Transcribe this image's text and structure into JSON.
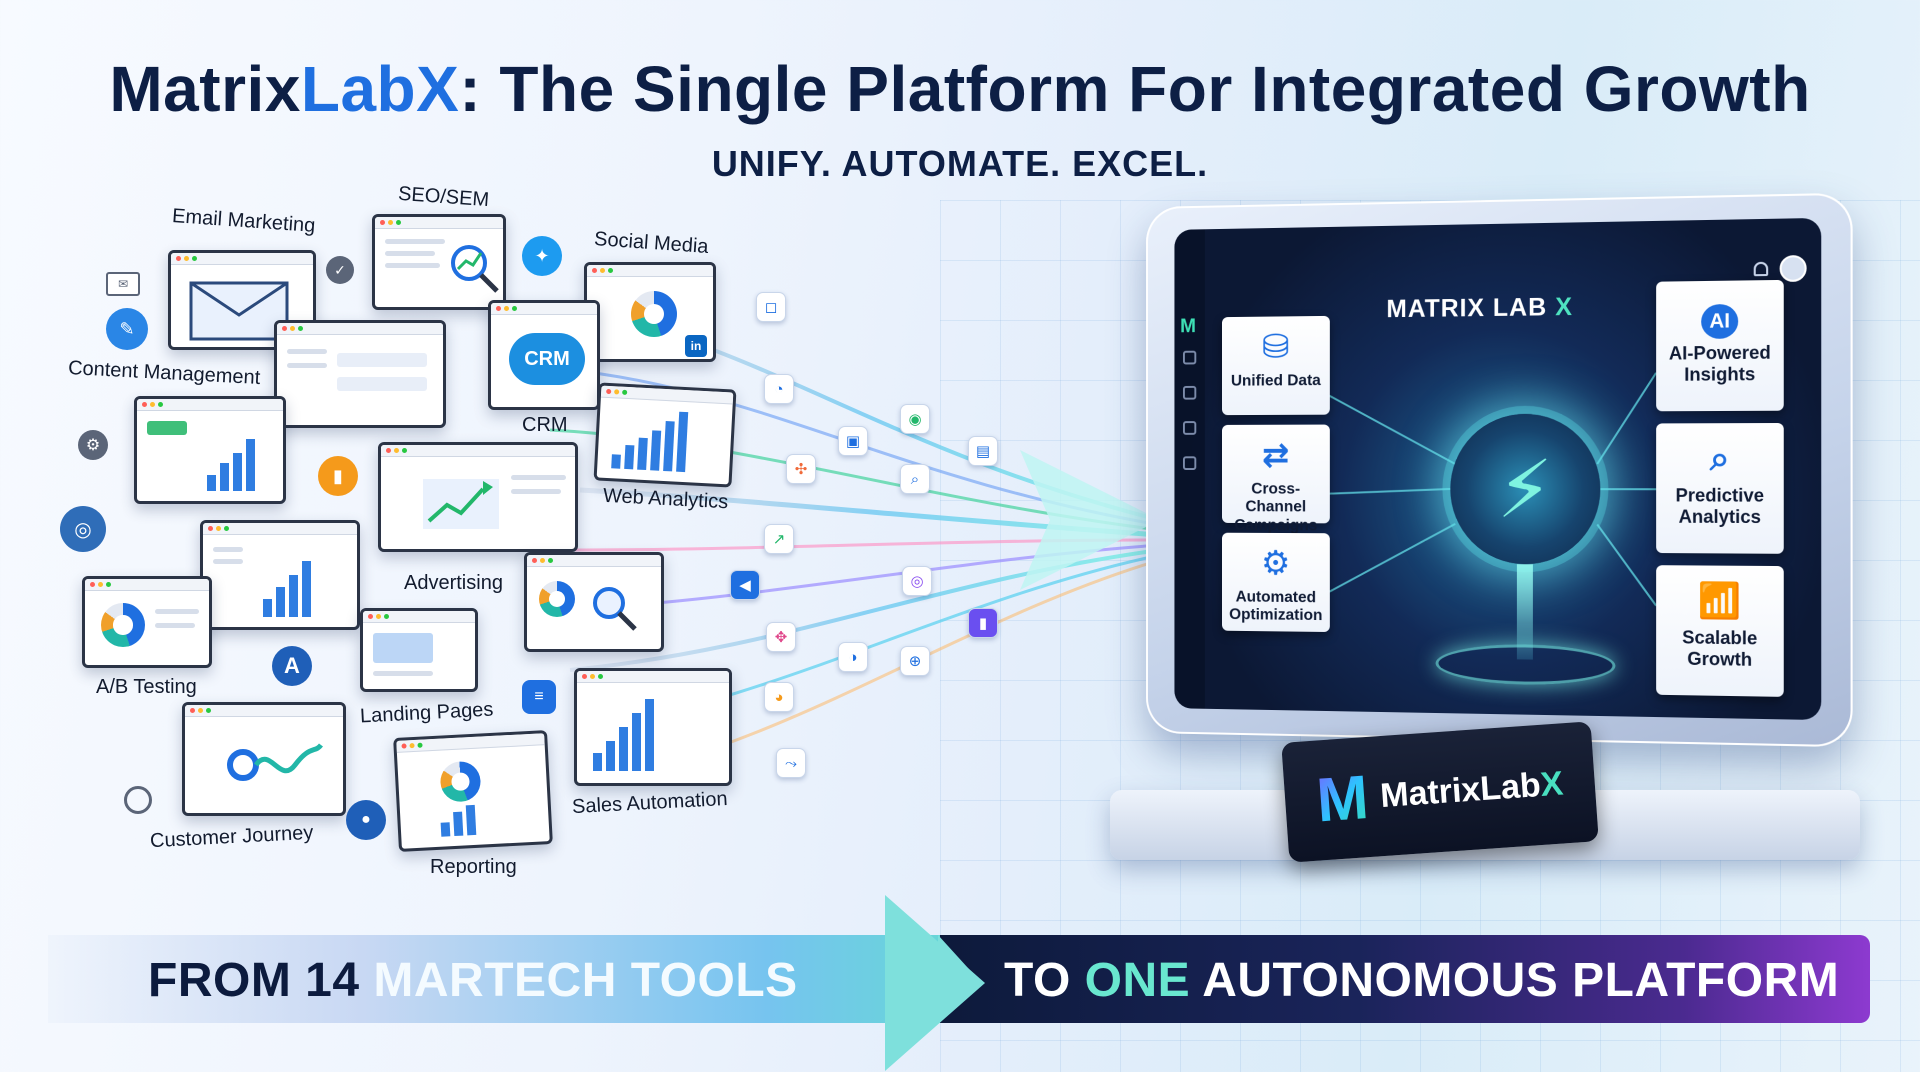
{
  "header": {
    "title_part1": "Matrix",
    "title_highlight": "LabX",
    "title_rest": ": The Single Platform For Integrated Growth",
    "tagline": "UNIFY. AUTOMATE. EXCEL."
  },
  "tools": [
    "Email Marketing",
    "SEO/SEM",
    "Social Media",
    "Content Management",
    "CRM",
    "Web Analytics",
    "Advertising",
    "A/B Testing",
    "Landing Pages",
    "Customer Journey",
    "Reporting",
    "Sales Automation"
  ],
  "tool_card_texts": {
    "crm_logo": "CRM",
    "ab_badge": "A"
  },
  "monitor": {
    "screen_title_main": "MATRIX LAB ",
    "screen_title_x": "X",
    "sidebar_logo": "M",
    "features_left": [
      "Unified Data",
      "Cross-Channel Campaigns",
      "Automated Optimization"
    ],
    "features_right": [
      "AI-Powered Insights",
      "Predictive Analytics",
      "Scalable Growth"
    ],
    "ai_badge": "AI"
  },
  "brand_badge": {
    "mono": "M",
    "name_main": "MatrixLab",
    "name_x": "X"
  },
  "banner": {
    "left_pre": "FROM 14 ",
    "left_highlight": "MARTECH TOOLS",
    "right_pre": "TO ",
    "right_highlight": "ONE",
    "right_post": " AUTONOMOUS PLATFORM"
  },
  "colors": {
    "title_navy": "#0d1f45",
    "brand_blue": "#1f6fe0",
    "teal_accent": "#69e7cf",
    "purple_accent": "#8d3ad0"
  }
}
